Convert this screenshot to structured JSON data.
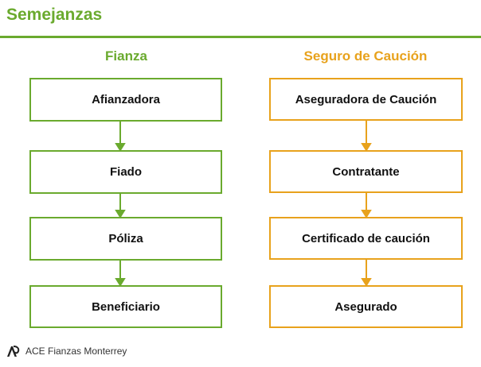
{
  "title": "Semejanzas",
  "colors": {
    "green": "#6aaa2e",
    "gold": "#e8a21c"
  },
  "left_column": {
    "heading": "Fianza",
    "boxes": [
      "Afianzadora",
      "Fiado",
      "Póliza",
      "Beneficiario"
    ]
  },
  "right_column": {
    "heading": "Seguro de Caución",
    "boxes": [
      "Aseguradora de Caución",
      "Contratante",
      "Certificado de caución",
      "Asegurado"
    ]
  },
  "footer": {
    "text": "ACE Fianzas Monterrey",
    "logo_icon": "ace-logo-icon"
  }
}
